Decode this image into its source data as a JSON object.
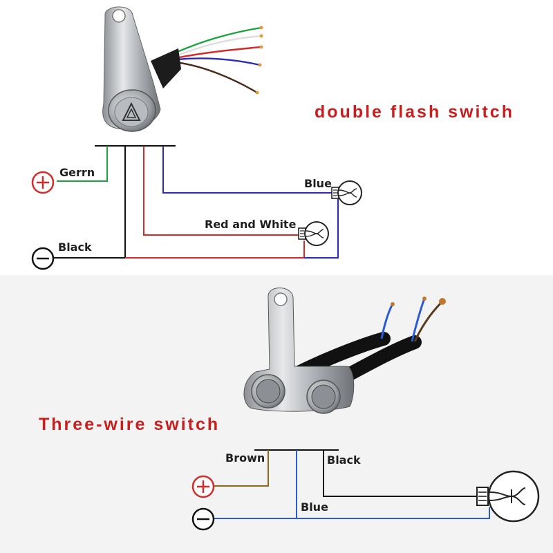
{
  "top": {
    "title": "double flash switch",
    "labels": {
      "green": "Gerrn",
      "black": "Black",
      "blue": "Blue",
      "red_white": "Red and White"
    }
  },
  "bottom": {
    "title": "Three-wire switch",
    "labels": {
      "brown": "Brown",
      "black": "Black",
      "blue": "Blue"
    }
  },
  "colors": {
    "title": "#c81e1e",
    "positive": "#d42a2a",
    "negative": "#111111",
    "green_wire": "#1aa33a",
    "black_wire": "#111111",
    "red_wire": "#d42a2a",
    "blue_wire": "#2a2ab8",
    "brown_wire": "#8a6a1a",
    "blue_wire_2": "#2a5bd4"
  },
  "icons": {
    "positive": "plus-circle-icon",
    "negative": "minus-circle-icon",
    "lamp": "light-bulb-icon",
    "hazard_switch": "hazard-switch-photo",
    "dual_switch": "dual-button-switch-photo"
  }
}
